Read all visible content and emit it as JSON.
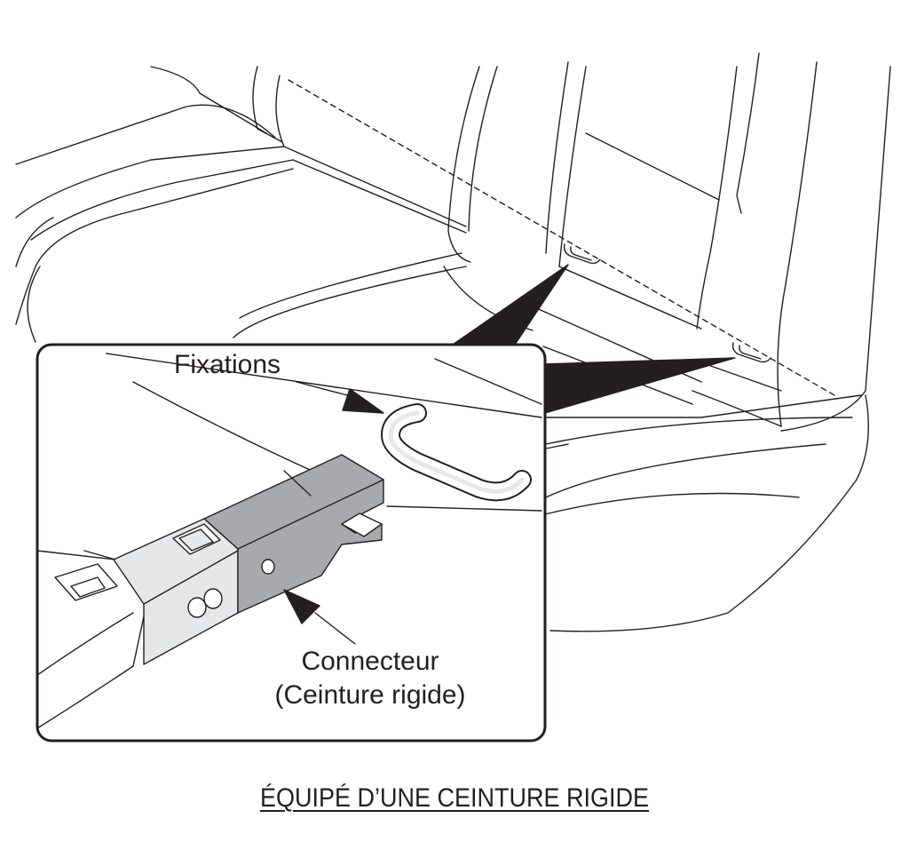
{
  "diagram": {
    "title": "Équipement ISOFIX du siège arrière",
    "labels": {
      "anchors": "Fixations",
      "connector_line1": "Connecteur",
      "connector_line2": "(Ceinture rigide)"
    },
    "caption": "ÉQUIPÉ D’UNE CEINTURE RIGIDE"
  },
  "colors": {
    "line": "#231f20",
    "connector_gray": "#a7a9ac",
    "connector_light": "#e6e7e8",
    "panel_bg": "#ffffff"
  }
}
